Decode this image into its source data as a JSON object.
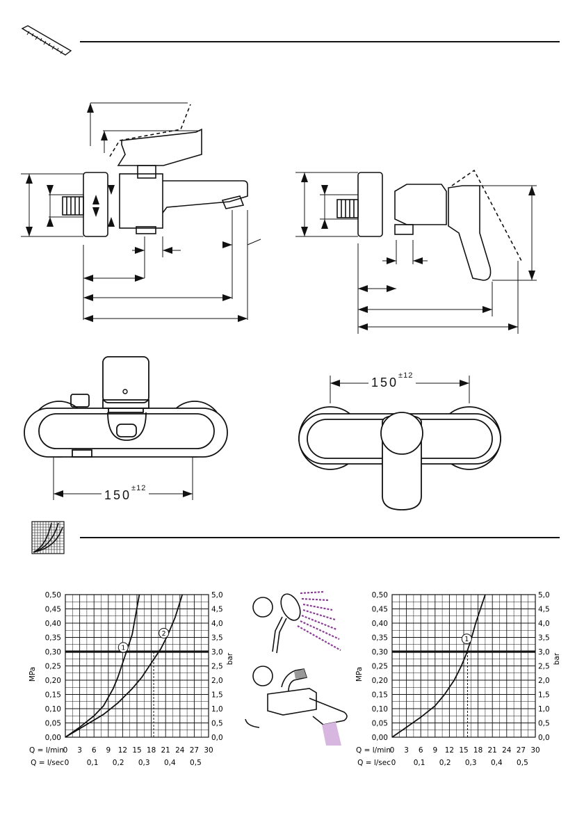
{
  "section_dimensions": {
    "icon": "ruler-icon"
  },
  "section_flow": {
    "icon": "flow-graph-icon"
  },
  "bath_mixer_front": {
    "width_label": "150",
    "tolerance_label": "±12"
  },
  "shower_mixer_front": {
    "width_label": "150",
    "tolerance_label": "±12"
  },
  "legend_icons": [
    {
      "number_label": "",
      "icon": "hand-shower-icon"
    },
    {
      "number_label": "",
      "icon": "bath-spout-icon"
    }
  ],
  "chart_data": [
    {
      "type": "line",
      "title": "",
      "ylabel": "MPa",
      "y2label": "bar",
      "ylim": [
        0,
        0.5
      ],
      "y2lim": [
        0,
        5
      ],
      "xlim": [
        0,
        30
      ],
      "yticks": [
        "0,00",
        "0,05",
        "0,10",
        "0,15",
        "0,20",
        "0,25",
        "0,30",
        "0,35",
        "0,40",
        "0,45",
        "0,50"
      ],
      "y2ticks": [
        "0,0",
        "0,5",
        "1,0",
        "1,5",
        "2,0",
        "2,5",
        "3,0",
        "3,5",
        "4,0",
        "4,5",
        "5,0"
      ],
      "xrow1": {
        "label": "Q = l/min",
        "ticks": [
          "0",
          "3",
          "6",
          "9",
          "12",
          "15",
          "18",
          "21",
          "24",
          "27",
          "30"
        ]
      },
      "xrow2": {
        "label": "Q = l/sec",
        "ticks": [
          "0",
          "0,1",
          "0,2",
          "0,3",
          "0,4",
          "0,5"
        ]
      },
      "reference_pressure": 0.3,
      "series": [
        {
          "name": "1",
          "x": [
            0,
            3,
            6,
            8,
            10,
            11,
            12,
            13,
            14,
            15.5
          ],
          "y": [
            0,
            0.035,
            0.075,
            0.11,
            0.17,
            0.21,
            0.26,
            0.31,
            0.36,
            0.5
          ]
        },
        {
          "name": "2",
          "x": [
            0,
            4,
            8,
            11,
            14,
            16,
            18,
            20,
            21.5,
            23,
            24.5
          ],
          "y": [
            0,
            0.04,
            0.08,
            0.12,
            0.17,
            0.21,
            0.26,
            0.31,
            0.36,
            0.42,
            0.5
          ]
        }
      ],
      "marker": {
        "series": "2",
        "x": 18.5
      }
    },
    {
      "type": "line",
      "title": "",
      "ylabel": "MPa",
      "y2label": "bar",
      "ylim": [
        0,
        0.5
      ],
      "y2lim": [
        0,
        5
      ],
      "xlim": [
        0,
        30
      ],
      "yticks": [
        "0,00",
        "0,05",
        "0,10",
        "0,15",
        "0,20",
        "0,25",
        "0,30",
        "0,35",
        "0,40",
        "0,45",
        "0,50"
      ],
      "y2ticks": [
        "0,0",
        "0,5",
        "1,0",
        "1,5",
        "2,0",
        "2,5",
        "3,0",
        "3,5",
        "4,0",
        "4,5",
        "5,0"
      ],
      "xrow1": {
        "label": "Q = l/min",
        "ticks": [
          "0",
          "3",
          "6",
          "9",
          "12",
          "15",
          "18",
          "21",
          "24",
          "27",
          "30"
        ]
      },
      "xrow2": {
        "label": "Q = l/sec",
        "ticks": [
          "0",
          "0,1",
          "0,2",
          "0,3",
          "0,4",
          "0,5"
        ]
      },
      "reference_pressure": 0.3,
      "series": [
        {
          "name": "1",
          "x": [
            0,
            3,
            6,
            9,
            11,
            13,
            14.5,
            15.5,
            16.5,
            17.5,
            19.5
          ],
          "y": [
            0,
            0.035,
            0.07,
            0.11,
            0.15,
            0.2,
            0.25,
            0.29,
            0.34,
            0.4,
            0.5
          ]
        }
      ],
      "marker": {
        "series": "1",
        "x": 15.8
      }
    }
  ]
}
